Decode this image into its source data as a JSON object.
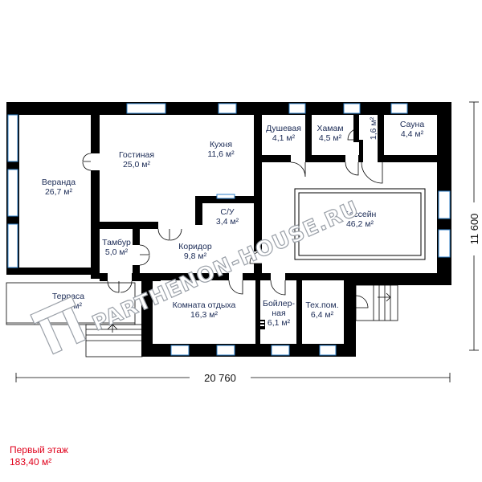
{
  "rooms": [
    {
      "id": "veranda",
      "name": "Веранда",
      "area": "26,7 м²"
    },
    {
      "id": "living",
      "name": "Гостиная",
      "area": "25,0 м²"
    },
    {
      "id": "kitchen",
      "name": "Кухня",
      "area": "11,6 м²"
    },
    {
      "id": "shower",
      "name": "Душевая",
      "area": "4,1 м²"
    },
    {
      "id": "hamam",
      "name": "Хамам",
      "area": "4,5 м²"
    },
    {
      "id": "small",
      "name": "",
      "area": "1,6 м²"
    },
    {
      "id": "sauna",
      "name": "Сауна",
      "area": "4,4 м²"
    },
    {
      "id": "wc",
      "name": "С/У",
      "area": "3,4 м²"
    },
    {
      "id": "pool",
      "name": "Бассейн",
      "area": "46,2 м²"
    },
    {
      "id": "vestibule",
      "name": "Тамбур",
      "area": "5,0 м²"
    },
    {
      "id": "corridor",
      "name": "Коридор",
      "area": "9,8 м²"
    },
    {
      "id": "terrace",
      "name": "Терраса",
      "area": "12,3 м²"
    },
    {
      "id": "rest",
      "name": "Комната отдыха",
      "area": "16,3 м²"
    },
    {
      "id": "boiler",
      "name": "Бойлер-\nная",
      "area": "6,1 м²"
    },
    {
      "id": "tech",
      "name": "Тех.пом.",
      "area": "6,4 м²"
    }
  ],
  "dimensions": {
    "width": "20 760",
    "height": "11 600"
  },
  "caption": {
    "title": "Первый этаж",
    "area": "183,40 м²"
  },
  "watermark": "PARTHENON-HOUSE.RU",
  "colors": {
    "wall": "#000000",
    "window": "#2e7fc9",
    "text": "#1a2a55",
    "caption": "#e0001b"
  }
}
